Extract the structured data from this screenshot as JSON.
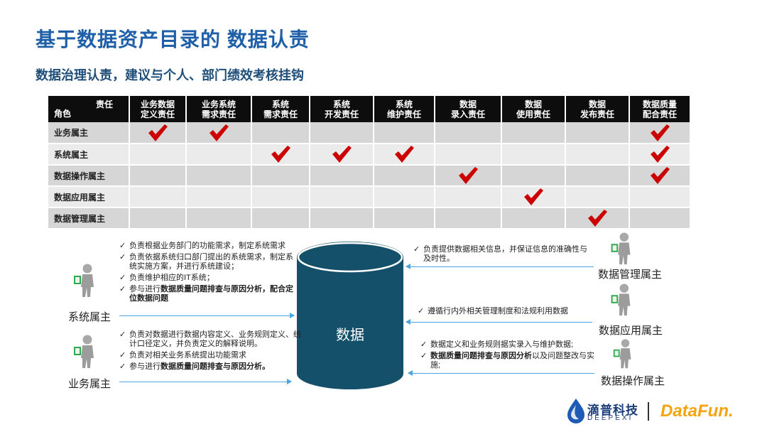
{
  "title": "基于数据资产目录的 数据认责",
  "subtitle": "数据治理认责，建议与个人、部门绩效考核挂钩",
  "table": {
    "corner_top": "责任",
    "corner_bottom": "角色",
    "columns": [
      [
        "业务数据",
        "定义责任"
      ],
      [
        "业务系统",
        "需求责任"
      ],
      [
        "系统",
        "需求责任"
      ],
      [
        "系统",
        "开发责任"
      ],
      [
        "系统",
        "维护责任"
      ],
      [
        "数据",
        "录入责任"
      ],
      [
        "数据",
        "使用责任"
      ],
      [
        "数据",
        "发布责任"
      ],
      [
        "数据质量",
        "配合责任"
      ]
    ],
    "rows": [
      {
        "role": "业务属主",
        "checks": [
          1,
          1,
          0,
          0,
          0,
          0,
          0,
          0,
          1
        ]
      },
      {
        "role": "系统属主",
        "checks": [
          0,
          0,
          1,
          1,
          1,
          0,
          0,
          0,
          1
        ]
      },
      {
        "role": "数据操作属主",
        "checks": [
          0,
          0,
          0,
          0,
          0,
          1,
          0,
          0,
          1
        ]
      },
      {
        "role": "数据应用属主",
        "checks": [
          0,
          0,
          0,
          0,
          0,
          0,
          1,
          0,
          0
        ]
      },
      {
        "role": "数据管理属主",
        "checks": [
          0,
          0,
          0,
          0,
          0,
          0,
          0,
          1,
          0
        ]
      }
    ],
    "check_color": "#cc0000"
  },
  "center": {
    "label": "数据",
    "color": "#15506a"
  },
  "left_blocks": {
    "system": [
      {
        "pre": "负责根据业务部门的功能需求，制定系统需求",
        "bold": "",
        "post": ""
      },
      {
        "pre": "负责依据系统归口部门提出的系统需求，制定系统实施方案，并进行系统建设；",
        "bold": "",
        "post": ""
      },
      {
        "pre": "负责维护相应的IT系统；",
        "bold": "",
        "post": ""
      },
      {
        "pre": "参与进行",
        "bold": "数据质量问题排查与原因分析，配合定位数据问题",
        "post": ""
      }
    ],
    "business": [
      {
        "pre": "负责对数据进行数据内容定义、业务规则定义、统计口径定义，并负责定义的解释说明。",
        "bold": "",
        "post": ""
      },
      {
        "pre": "负责对相关业务系统提出功能需求",
        "bold": "",
        "post": ""
      },
      {
        "pre": "参与进行",
        "bold": "数据质量问题排查与原因分析。",
        "post": ""
      }
    ]
  },
  "right_blocks": {
    "management": [
      {
        "pre": "负责提供数据相关信息，并保证信息的准确性与及时性。",
        "bold": "",
        "post": ""
      }
    ],
    "application": [
      {
        "pre": "遵循行内外相关管理制度和法规利用数据",
        "bold": "",
        "post": ""
      }
    ],
    "operation": [
      {
        "pre": "数据定义和业务规则据实录入与维护数据;",
        "bold": "",
        "post": ""
      },
      {
        "pre": "",
        "bold": "数据质量问题排查与原因分析",
        "post": "以及问题整改与实施;"
      }
    ]
  },
  "roles": {
    "system_owner": "系统属主",
    "business_owner": "业务属主",
    "mgmt_owner": "数据管理属主",
    "app_owner": "数据应用属主",
    "op_owner": "数据操作属主"
  },
  "bullet_mark": "✓",
  "person_icon": "person-holding-card-icon",
  "logo": {
    "deepexi_cn": "滴普科技",
    "deepexi_en": "DEEPEXI",
    "datafun": "DataFun."
  },
  "colors": {
    "title": "#1f5fa8",
    "arrow": "#4aa6e0",
    "datafun": "#f7a30f"
  }
}
